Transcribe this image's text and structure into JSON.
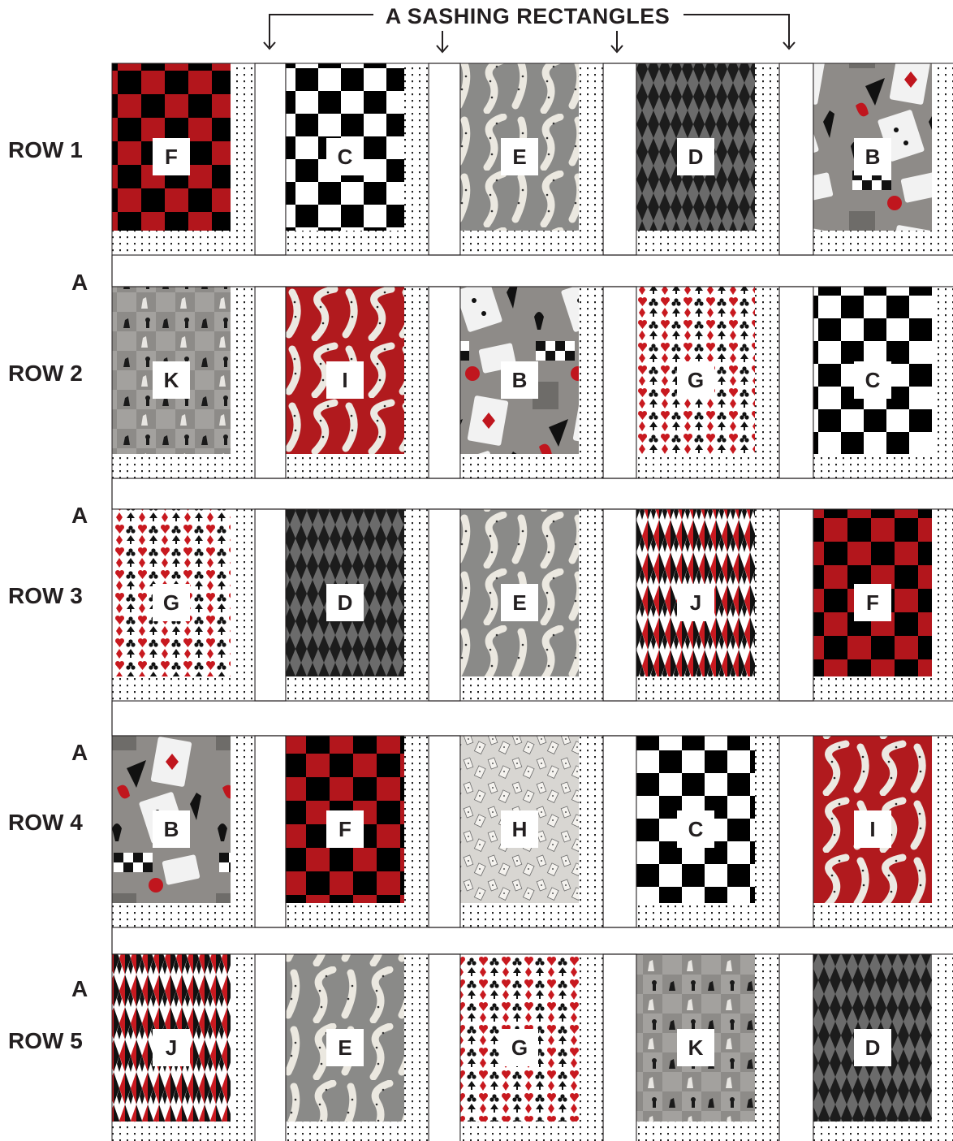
{
  "header": {
    "title": "A SASHING RECTANGLES"
  },
  "rows": [
    {
      "label": "ROW 1",
      "blocks": [
        "F",
        "C",
        "E",
        "D",
        "B"
      ]
    },
    {
      "label": "ROW 2",
      "blocks": [
        "K",
        "I",
        "B",
        "G",
        "C"
      ]
    },
    {
      "label": "ROW 3",
      "blocks": [
        "G",
        "D",
        "E",
        "J",
        "F"
      ]
    },
    {
      "label": "ROW 4",
      "blocks": [
        "B",
        "F",
        "H",
        "C",
        "I"
      ]
    },
    {
      "label": "ROW 5",
      "blocks": [
        "J",
        "E",
        "G",
        "K",
        "D"
      ]
    }
  ],
  "sashing_labels": [
    "A",
    "A",
    "A",
    "A"
  ],
  "fabrics": {
    "B": {
      "pattern": "game-collage",
      "colors": [
        "#8e8b88",
        "#c0161e",
        "#111111",
        "#ffffff"
      ]
    },
    "C": {
      "pattern": "checkerboard",
      "colors": [
        "#000000",
        "#ffffff"
      ]
    },
    "D": {
      "pattern": "harlequin-diamonds",
      "colors": [
        "#1c1c1c",
        "#6b6b6b"
      ]
    },
    "E": {
      "pattern": "dominoes",
      "colors": [
        "#8a8a88",
        "#ebe8e0"
      ]
    },
    "F": {
      "pattern": "checkerboard",
      "colors": [
        "#000000",
        "#b3161c"
      ]
    },
    "G": {
      "pattern": "card-suits",
      "colors": [
        "#ffffff",
        "#c8191f",
        "#111111"
      ]
    },
    "H": {
      "pattern": "scattered-cards",
      "colors": [
        "#d8d6d2",
        "#6a6a6a"
      ]
    },
    "I": {
      "pattern": "dominoes",
      "colors": [
        "#b11a1e",
        "#ece9e2"
      ]
    },
    "J": {
      "pattern": "harlequin-diamonds",
      "colors": [
        "#ffffff",
        "#c8191f",
        "#111111"
      ]
    },
    "K": {
      "pattern": "chess-pieces",
      "colors": [
        "#a3a19e",
        "#e8e6e2",
        "#1a1a1a"
      ]
    }
  }
}
